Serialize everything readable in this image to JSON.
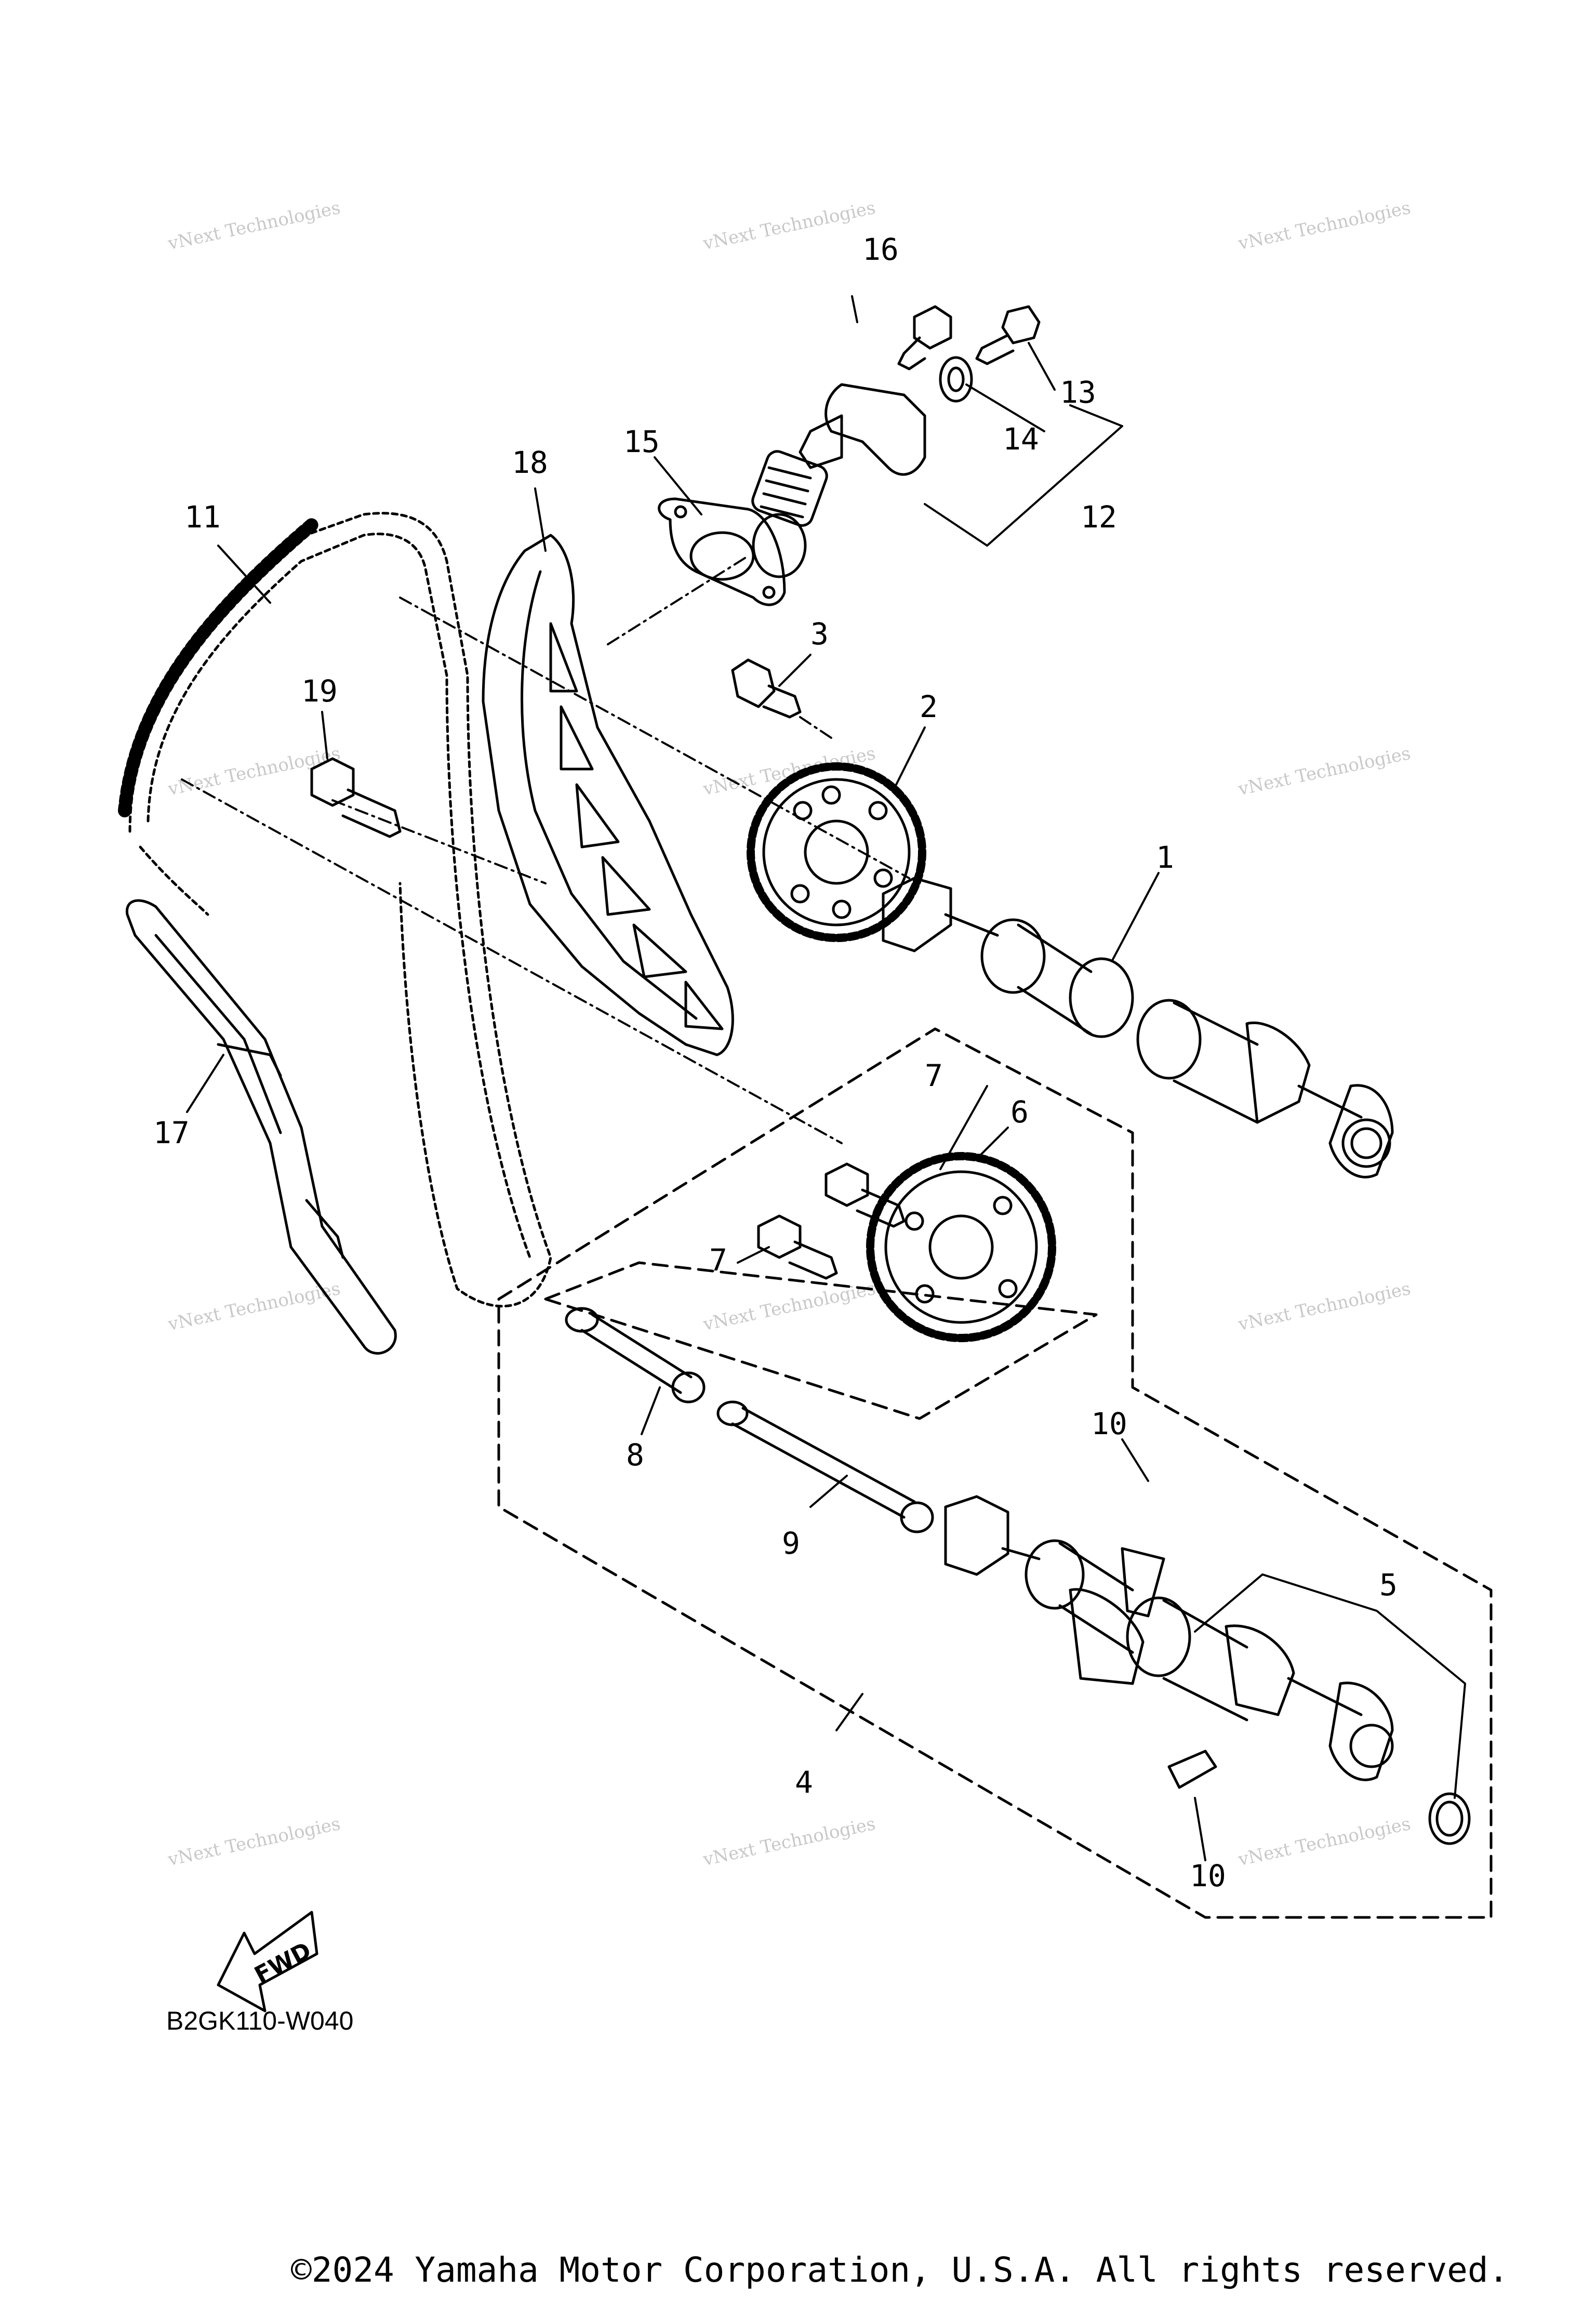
{
  "diagram": {
    "part_code": "B2GK110-W040",
    "copyright": "©2024 Yamaha Motor Corporation, U.S.A. All rights reserved.",
    "fwd_label": "FWD",
    "watermark": {
      "line1": "vNext Technologies",
      "line2": "vNext Technologies"
    },
    "callouts": {
      "c1": "1",
      "c2": "2",
      "c3": "3",
      "c4": "4",
      "c5": "5",
      "c6": "6",
      "c7a": "7",
      "c7b": "7",
      "c8": "8",
      "c9": "9",
      "c10a": "10",
      "c10b": "10",
      "c11": "11",
      "c12": "12",
      "c13": "13",
      "c14": "14",
      "c15": "15",
      "c16": "16",
      "c17": "17",
      "c18": "18",
      "c19": "19"
    }
  }
}
